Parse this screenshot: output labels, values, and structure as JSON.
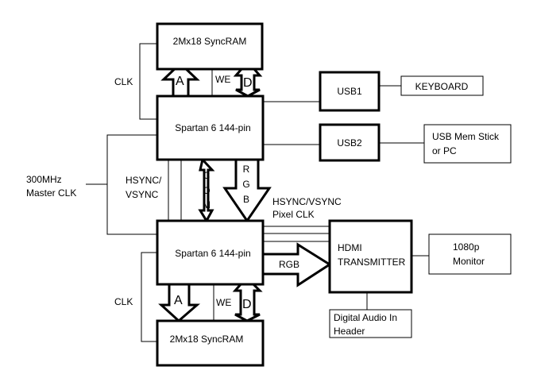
{
  "blocks": {
    "ram_top": "2Mx18 SyncRAM",
    "fpga_top": "Spartan 6 144-pin",
    "fpga_bottom": "Spartan 6 144-pin",
    "ram_bottom": "2Mx18 SyncRAM",
    "usb1": "USB1",
    "usb2": "USB2",
    "keyboard": "KEYBOARD",
    "usb_mem_line1": "USB Mem Stick",
    "usb_mem_line2": "or PC",
    "hdmi_line1": "HDMI",
    "hdmi_line2": "TRANSMITTER",
    "monitor_line1": "1080p",
    "monitor_line2": "Monitor",
    "audio_line1": "Digital Audio In",
    "audio_line2": "Header"
  },
  "labels": {
    "clk_top": "CLK",
    "clk_bottom": "CLK",
    "master_clk_line1": "300MHz",
    "master_clk_line2": "Master CLK",
    "hsync_line1": "HSYNC/",
    "hsync_line2": "VSYNC",
    "hsync_pixel_line1": "HSYNC/VSYNC",
    "hsync_pixel_line2": "Pixel CLK",
    "addr_top": "A",
    "addr_bottom": "A",
    "we_top": "WE",
    "we_bottom": "WE",
    "data_top": "D",
    "data_bottom": "D",
    "com_c": "C",
    "com_o": "O",
    "com_m": "M",
    "rgb_r": "R",
    "rgb_g": "G",
    "rgb_b": "B",
    "rgb_right": "RGB"
  }
}
